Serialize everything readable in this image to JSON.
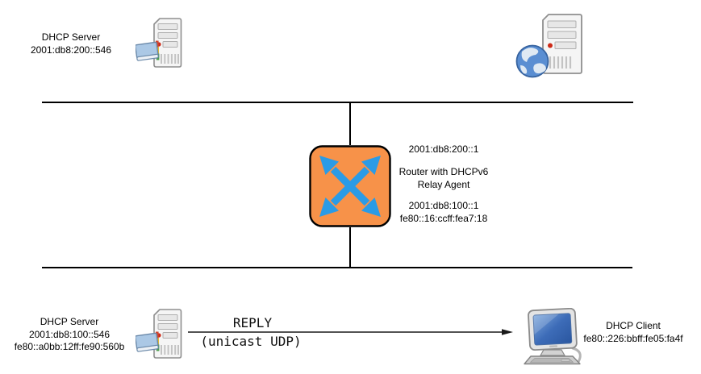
{
  "colors": {
    "router_fill": "#F79249",
    "router_border": "#000000",
    "router_arrows": "#2B9BE6",
    "network_line": "#000000"
  },
  "icons": {
    "dhcp_server": "server-tower-with-book-icon",
    "internet_server": "server-tower-with-globe-icon",
    "router": "crossed-arrows-router-icon",
    "client": "desktop-computer-icon",
    "reply": "right-arrow-icon"
  },
  "nodes": {
    "dhcp_server_top": {
      "title": "DHCP Server",
      "address": "2001:db8:200::546"
    },
    "router": {
      "upstream_address": "2001:db8:200::1",
      "title_line1": "Router with DHCPv6",
      "title_line2": "Relay Agent",
      "downstream_address": "2001:db8:100::1",
      "downstream_link_local": "fe80::16:ccff:fea7:18"
    },
    "dhcp_server_bottom": {
      "title": "DHCP Server",
      "address": "2001:db8:100::546",
      "link_local": "fe80::a0bb:12ff:fe90:560b"
    },
    "dhcp_client": {
      "title": "DHCP Client",
      "link_local": "fe80::226:bbff:fe05:fa4f"
    }
  },
  "message": {
    "label": "REPLY",
    "transport": "(unicast UDP)"
  }
}
